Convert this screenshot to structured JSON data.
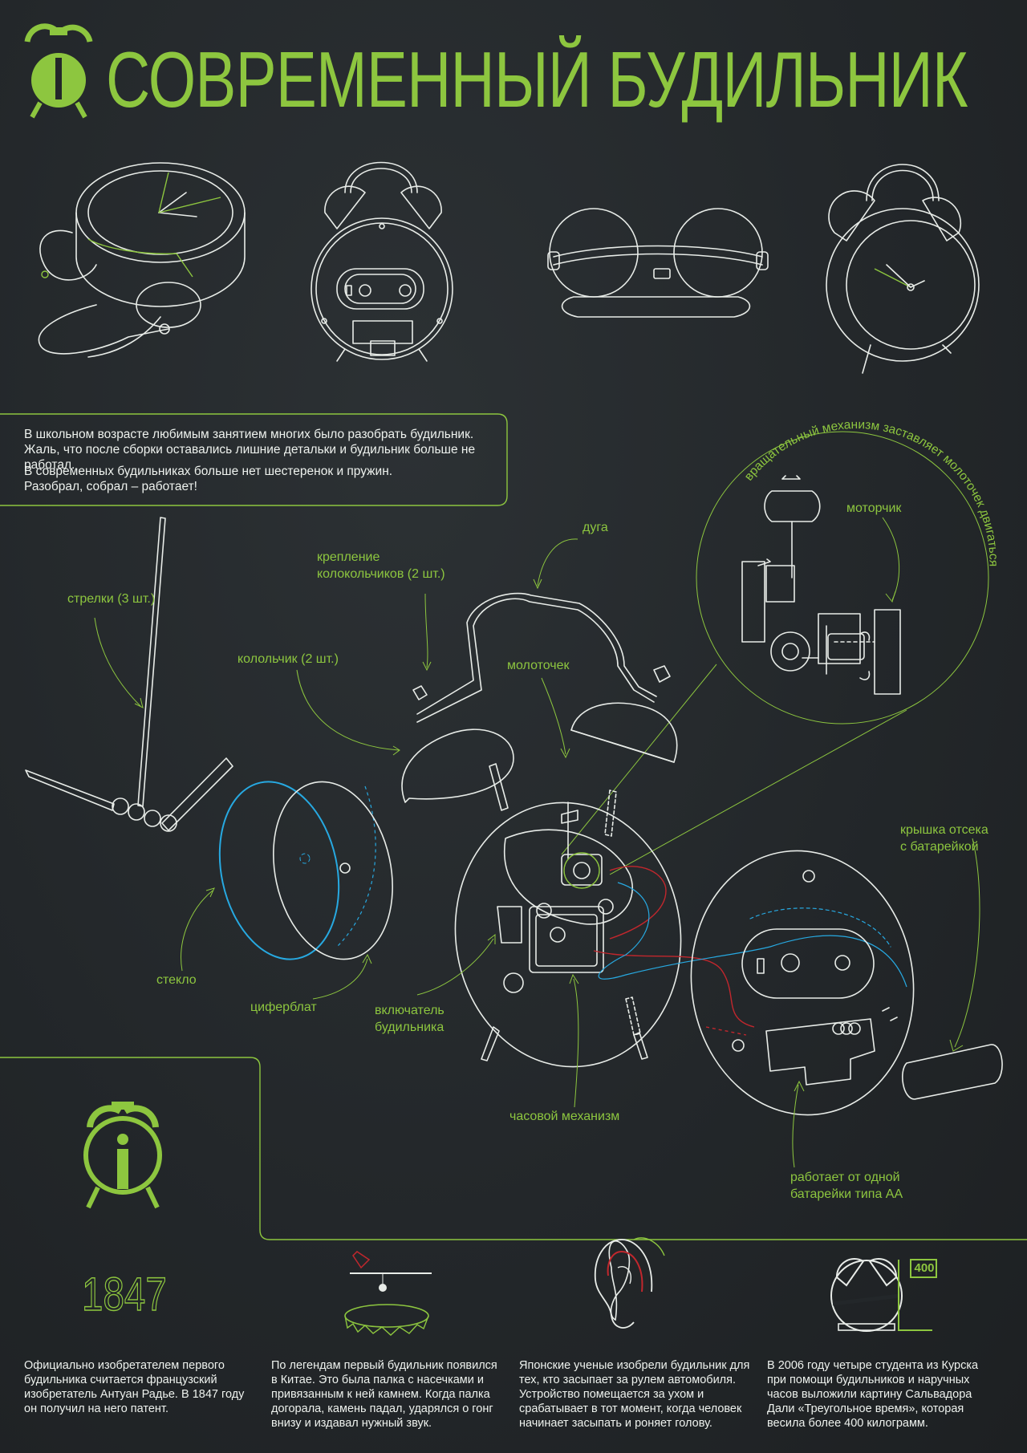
{
  "title": "СОВРЕМЕННЫЙ БУДИЛЬНИК",
  "colors": {
    "accent": "#8dc63f",
    "line": "#e8ece8",
    "blue": "#27a9e1",
    "red": "#c1272d",
    "background": "#23272a"
  },
  "intro": {
    "paragraph1": "В школьном возрасте любимым занятием многих было разобрать будильник. Жаль, что после сборки оставались лишние детальки и будильник больше не работал.",
    "paragraph2_line1": "В современных будильниках больше нет шестеренок и пружин.",
    "paragraph2_line2": "Разобрал, собрал – работает!"
  },
  "callout_arc_text": "вращательный механизм заставляет молоточек двигаться",
  "labels": {
    "motor": "моторчик",
    "arc": "дуга",
    "bell_mount_line1": "крепление",
    "bell_mount_line2": "колокольчиков (2 шт.)",
    "hands": "стрелки (3 шт.)",
    "bells": "колольчик (2 шт.)",
    "hammer": "молоточек",
    "battery_cover_line1": "крышка отсека",
    "battery_cover_line2": "с батарейкой",
    "glass": "стекло",
    "dial": "циферблат",
    "switch_line1": "включатель",
    "switch_line2": "будильника",
    "clock_mechanism": "часовой механизм",
    "battery_line1": "работает от одной",
    "battery_line2": "батарейки типа АА"
  },
  "facts": [
    {
      "badge": "1847",
      "text": "Официально изобретателем первого будильника считается французский изобретатель Антуан Радье. В 1847 году он получил на него патент."
    },
    {
      "text": "По легендам первый будильник появился в Китае. Это была палка с насечками и привязанным к ней камнем. Когда палка догорала, камень падал, ударялся о гонг внизу и издавал нужный звук."
    },
    {
      "text": "Японские ученые изобрели будильник для тех, кто засыпает за рулем автомобиля. Устройство помещается за ухом и срабатывает в тот момент, когда человек начинает засыпать и роняет голову."
    },
    {
      "badge": "400",
      "text": "В 2006 году четыре студента из Курска при помощи будильников и наручных часов выложили картину Сальвадора Дали «Треугольное время», которая весила более 400 килограмм."
    }
  ]
}
